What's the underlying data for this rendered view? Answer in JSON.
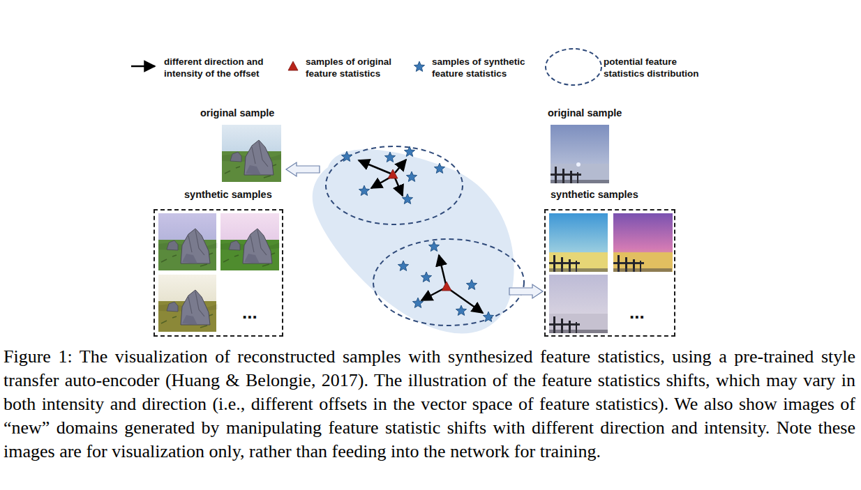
{
  "diagram": {
    "caption": "Figure 1: The visualization of reconstructed samples with synthesized feature statistics, using a pre-trained style transfer auto-encoder (Huang & Belongie, 2017). The illustration of the feature statistics shifts, which may vary in both intensity and direction (i.e., different offsets in the vector space of feature statistics). We also show images of “new” domains generated by manipulating feature statistic shifts with different direction and intensity. Note these images are for visualization only, rather than feeding into the network for training.",
    "nodes": [
      {
        "text": [
          "original sample"
        ]
      },
      {
        "text": [
          "synthetic samples",
          "..."
        ]
      },
      {
        "text": [
          "original sample"
        ]
      },
      {
        "text": [
          "synthetic samples",
          "..."
        ]
      }
    ],
    "legend": [
      {
        "text": "different direction and intensity of the offset"
      },
      {
        "text": "samples of original feature statistics"
      },
      {
        "text": "samples of synthetic feature statistics"
      },
      {
        "text": "potential feature statistics distribution"
      }
    ]
  }
}
